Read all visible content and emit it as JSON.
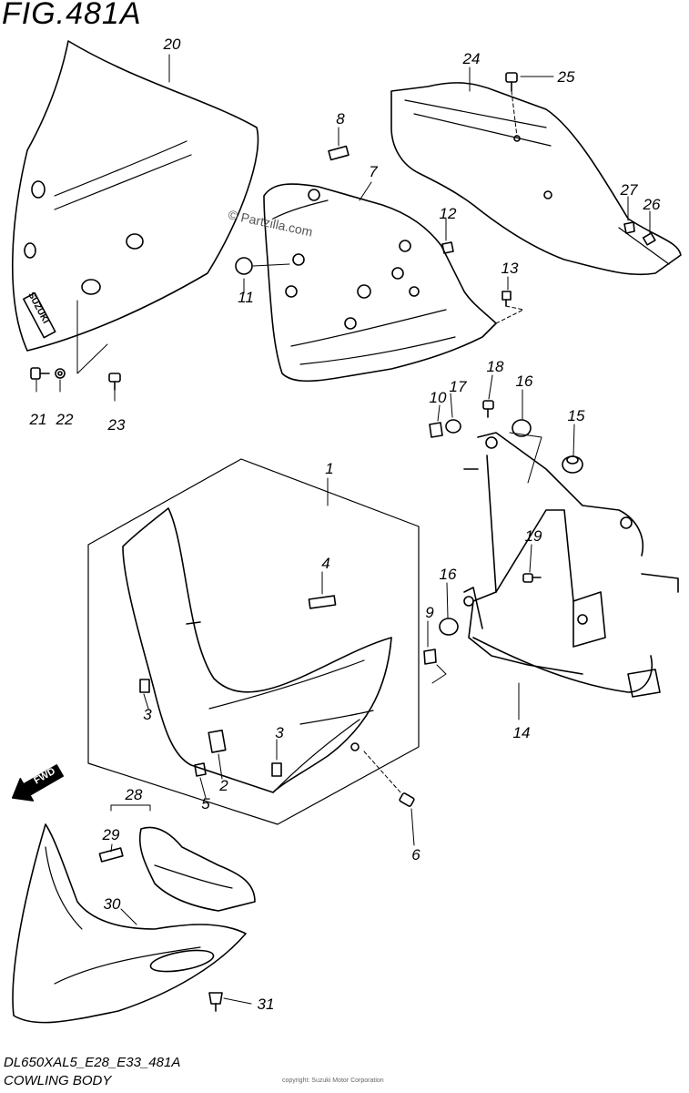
{
  "figure": {
    "title": "FIG.481A",
    "code": "DL650XAL5_E28_E33_481A",
    "name": "COWLING BODY",
    "copyright": "copyright: Suzuki Motor Corporation",
    "watermark": "© Partzilla.com",
    "brand_decal": "SUZUKI",
    "fwd_label": "FWD"
  },
  "callouts": [
    {
      "id": "c1",
      "label": "1"
    },
    {
      "id": "c2",
      "label": "2"
    },
    {
      "id": "c3a",
      "label": "3"
    },
    {
      "id": "c3b",
      "label": "3"
    },
    {
      "id": "c4",
      "label": "4"
    },
    {
      "id": "c5",
      "label": "5"
    },
    {
      "id": "c6",
      "label": "6"
    },
    {
      "id": "c7",
      "label": "7"
    },
    {
      "id": "c8",
      "label": "8"
    },
    {
      "id": "c9",
      "label": "9"
    },
    {
      "id": "c10",
      "label": "10"
    },
    {
      "id": "c11",
      "label": "11"
    },
    {
      "id": "c12",
      "label": "12"
    },
    {
      "id": "c13",
      "label": "13"
    },
    {
      "id": "c14",
      "label": "14"
    },
    {
      "id": "c15",
      "label": "15"
    },
    {
      "id": "c16a",
      "label": "16"
    },
    {
      "id": "c16b",
      "label": "16"
    },
    {
      "id": "c17",
      "label": "17"
    },
    {
      "id": "c18",
      "label": "18"
    },
    {
      "id": "c19",
      "label": "19"
    },
    {
      "id": "c20",
      "label": "20"
    },
    {
      "id": "c21",
      "label": "21"
    },
    {
      "id": "c22",
      "label": "22"
    },
    {
      "id": "c23",
      "label": "23"
    },
    {
      "id": "c24",
      "label": "24"
    },
    {
      "id": "c25",
      "label": "25"
    },
    {
      "id": "c26",
      "label": "26"
    },
    {
      "id": "c27",
      "label": "27"
    },
    {
      "id": "c28",
      "label": "28"
    },
    {
      "id": "c29",
      "label": "29"
    },
    {
      "id": "c30",
      "label": "30"
    },
    {
      "id": "c31",
      "label": "31"
    }
  ]
}
